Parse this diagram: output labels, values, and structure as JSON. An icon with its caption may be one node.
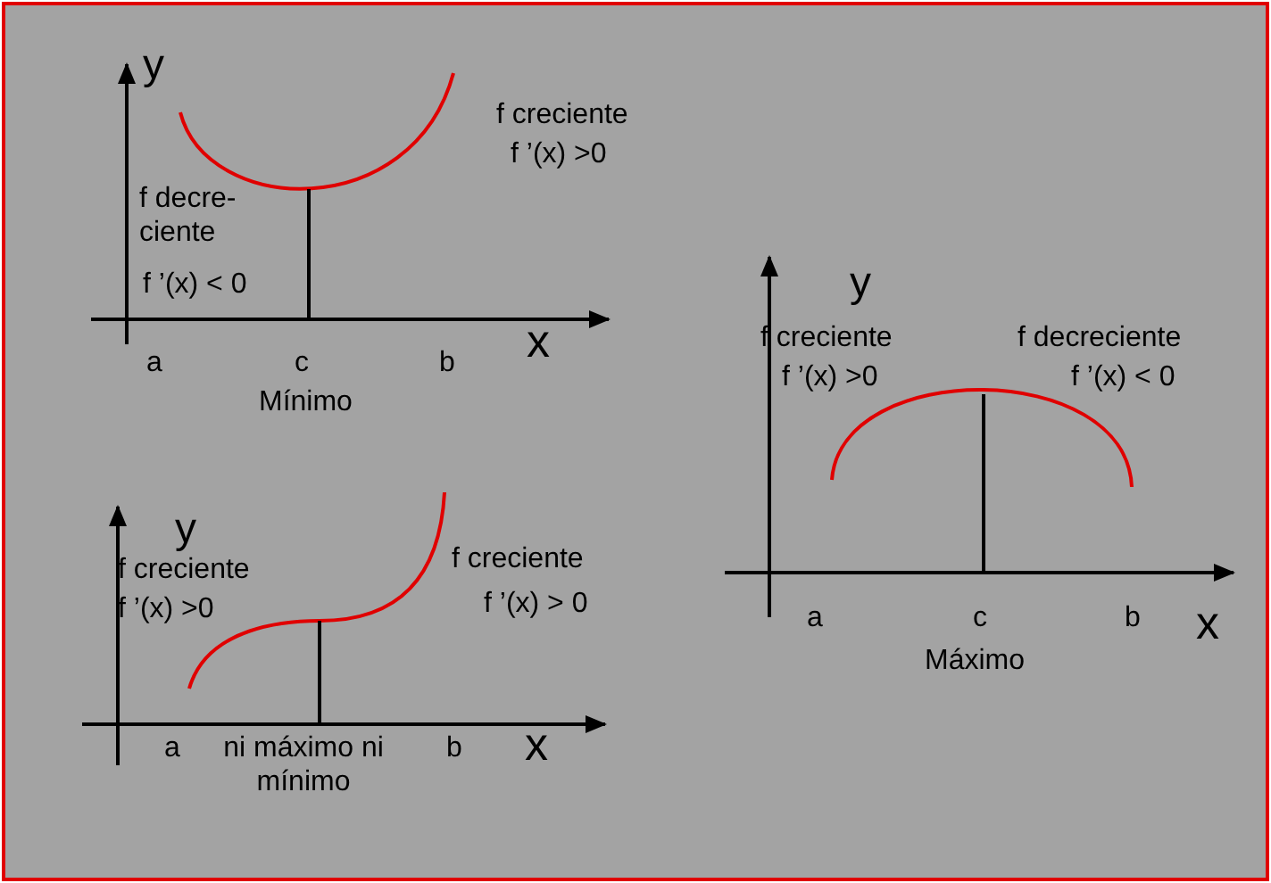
{
  "diagram": {
    "labels": [
      "y",
      "f creciente",
      "f ’(x) >0",
      "f decre- ciente",
      "f ’(x) < 0",
      "a",
      "c",
      "b",
      "x",
      "Mínimo",
      "y",
      "f creciente",
      "f ’(x) >0",
      "f decreciente",
      "f ’(x) < 0",
      "a",
      "c",
      "b",
      "x",
      "Máximo",
      "y",
      "f creciente",
      "f ’(x) >0",
      "f creciente",
      "f ’(x) > 0",
      "a",
      "ni máximo ni mínimo",
      "b",
      "x"
    ]
  }
}
